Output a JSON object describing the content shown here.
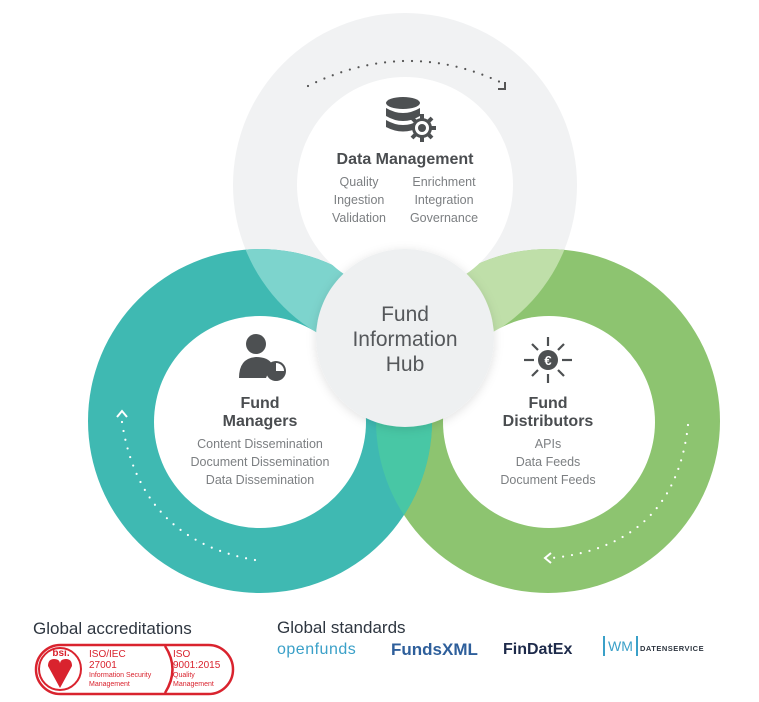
{
  "hub": {
    "line1": "Fund",
    "line2": "Information",
    "line3": "Hub"
  },
  "data_management": {
    "title": "Data Management",
    "items_left": [
      "Quality",
      "Ingestion",
      "Validation"
    ],
    "items_right": [
      "Enrichment",
      "Integration",
      "Governance"
    ],
    "icon": "database-gear-icon"
  },
  "fund_managers": {
    "title_line1": "Fund",
    "title_line2": "Managers",
    "items": [
      "Content Dissemination",
      "Document Dissemination",
      "Data Dissemination"
    ],
    "icon": "user-pie-chart-icon"
  },
  "fund_distributors": {
    "title_line1": "Fund",
    "title_line2": "Distributors",
    "items": [
      "APIs",
      "Data Feeds",
      "Document Feeds"
    ],
    "icon": "euro-distribution-icon"
  },
  "accreditations": {
    "heading": "Global accreditations",
    "bsi": "bsi.",
    "iso1_a": "ISO/IEC",
    "iso1_b": "27001",
    "iso1_c": "Information Security",
    "iso1_d": "Management",
    "iso2_a": "ISO",
    "iso2_b": "9001:2015",
    "iso2_c": "Quality",
    "iso2_d": "Management"
  },
  "standards": {
    "heading": "Global standards",
    "logos": [
      "openfunds",
      "FundsXML",
      "FinDatEx",
      "WM",
      "DATENSERVICE"
    ]
  },
  "colors": {
    "teal": "#3fb9b2",
    "green": "#8dc470",
    "gray": "#f1f2f3",
    "text": "#4a4d50",
    "red": "#d9232e"
  }
}
